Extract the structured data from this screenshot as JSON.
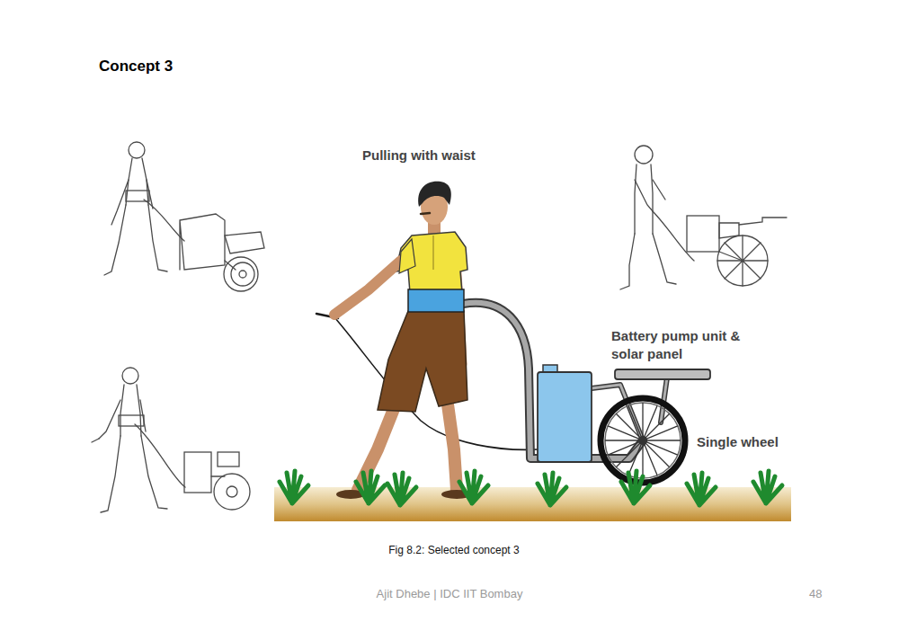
{
  "diagram": {
    "title": "Concept 3",
    "caption": "Fig 8.2: Selected concept 3",
    "labels": [
      "Pulling with waist",
      "Battery pump unit & solar panel",
      "Single wheel",
      "Ajit Dhebe | IDC IIT Bombay",
      "48"
    ]
  }
}
